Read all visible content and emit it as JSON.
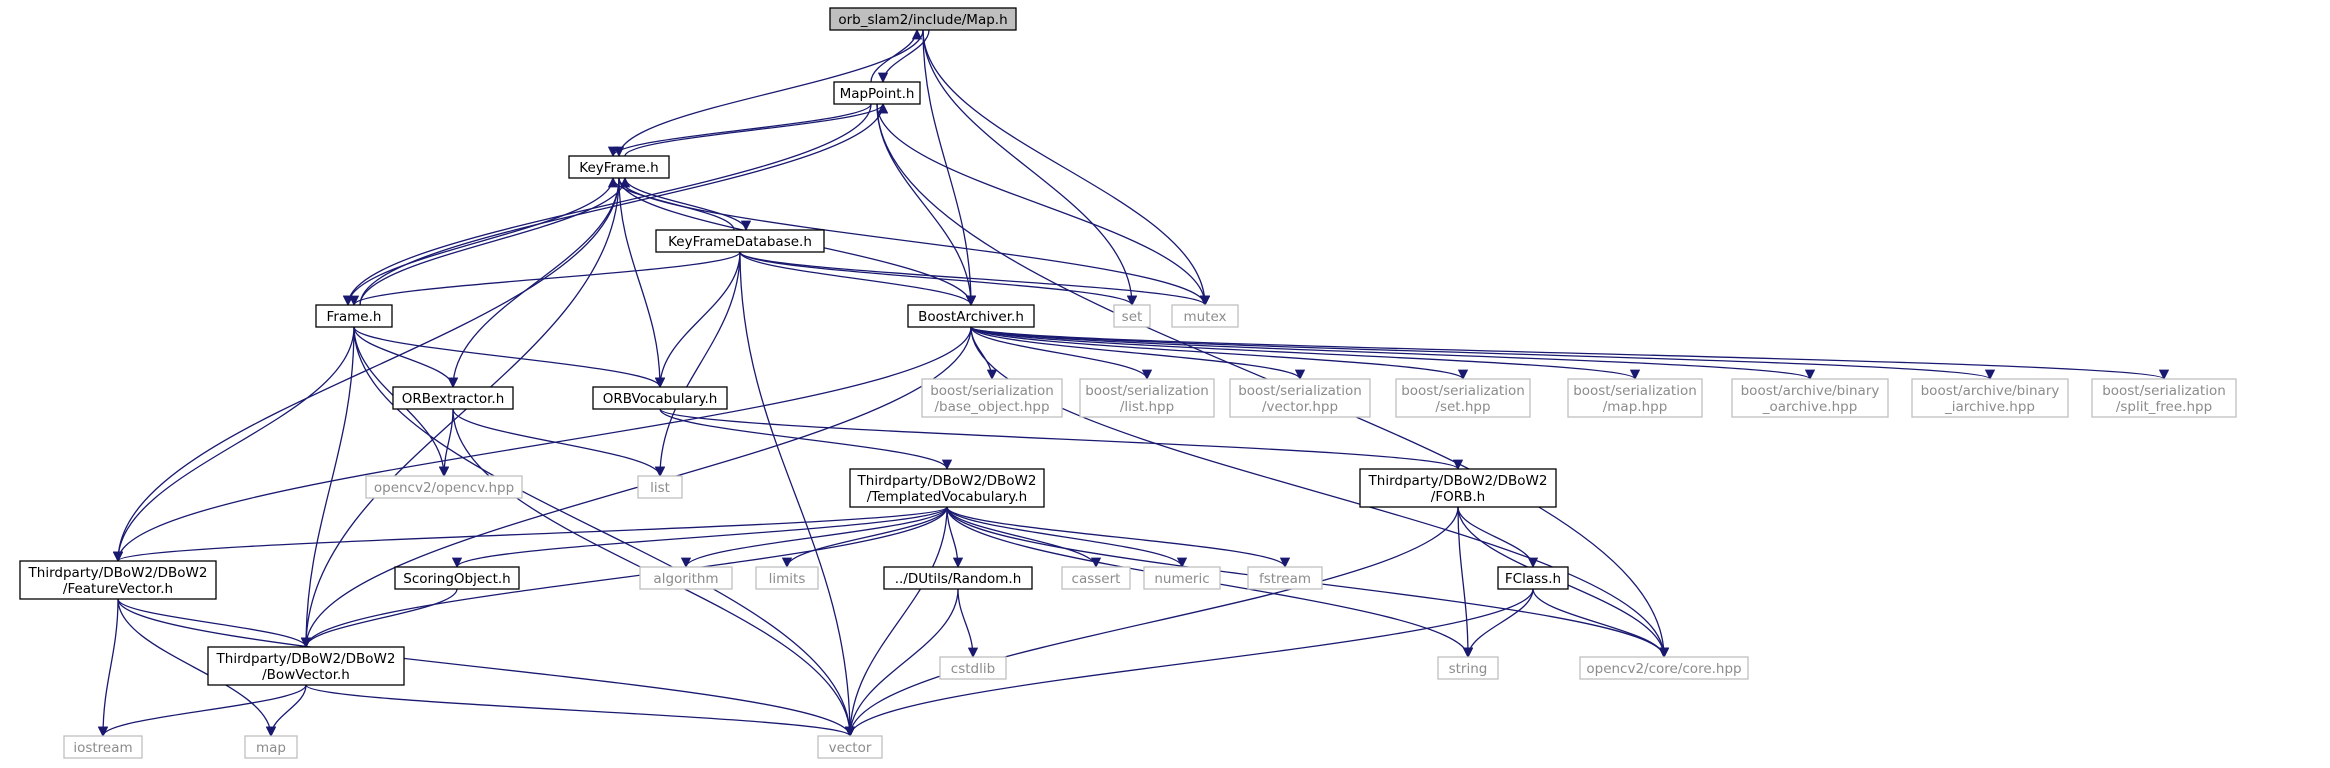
{
  "colors": {
    "edge": "#191970",
    "local_stroke": "#000000",
    "local_text": "#000000",
    "system_stroke": "#bfbfbf",
    "system_text": "#8c8c8c",
    "root_fill": "#bfbfbf"
  },
  "nodes": {
    "map_h": {
      "lines": [
        "orb_slam2/include/Map.h"
      ],
      "kind": "root"
    },
    "mappoint_h": {
      "lines": [
        "MapPoint.h"
      ],
      "kind": "local"
    },
    "keyframe_h": {
      "lines": [
        "KeyFrame.h"
      ],
      "kind": "local"
    },
    "keyframedatabase_h": {
      "lines": [
        "KeyFrameDatabase.h"
      ],
      "kind": "local"
    },
    "frame_h": {
      "lines": [
        "Frame.h"
      ],
      "kind": "local"
    },
    "boostarchiver_h": {
      "lines": [
        "BoostArchiver.h"
      ],
      "kind": "local"
    },
    "set": {
      "lines": [
        "set"
      ],
      "kind": "system"
    },
    "mutex": {
      "lines": [
        "mutex"
      ],
      "kind": "system"
    },
    "orbextractor_h": {
      "lines": [
        "ORBextractor.h"
      ],
      "kind": "local"
    },
    "orbvocabulary_h": {
      "lines": [
        "ORBVocabulary.h"
      ],
      "kind": "local"
    },
    "bs_base_object": {
      "lines": [
        "boost/serialization",
        "/base_object.hpp"
      ],
      "kind": "system"
    },
    "bs_list": {
      "lines": [
        "boost/serialization",
        "/list.hpp"
      ],
      "kind": "system"
    },
    "bs_vector": {
      "lines": [
        "boost/serialization",
        "/vector.hpp"
      ],
      "kind": "system"
    },
    "bs_set": {
      "lines": [
        "boost/serialization",
        "/set.hpp"
      ],
      "kind": "system"
    },
    "bs_map": {
      "lines": [
        "boost/serialization",
        "/map.hpp"
      ],
      "kind": "system"
    },
    "ba_oarchive": {
      "lines": [
        "boost/archive/binary",
        "_oarchive.hpp"
      ],
      "kind": "system"
    },
    "ba_iarchive": {
      "lines": [
        "boost/archive/binary",
        "_iarchive.hpp"
      ],
      "kind": "system"
    },
    "bs_split_free": {
      "lines": [
        "boost/serialization",
        "/split_free.hpp"
      ],
      "kind": "system"
    },
    "opencv_hpp": {
      "lines": [
        "opencv2/opencv.hpp"
      ],
      "kind": "system"
    },
    "list": {
      "lines": [
        "list"
      ],
      "kind": "system"
    },
    "templated_vocab": {
      "lines": [
        "Thirdparty/DBoW2/DBoW2",
        "/TemplatedVocabulary.h"
      ],
      "kind": "local"
    },
    "forb_h": {
      "lines": [
        "Thirdparty/DBoW2/DBoW2",
        "/FORB.h"
      ],
      "kind": "local"
    },
    "featurevector_h": {
      "lines": [
        "Thirdparty/DBoW2/DBoW2",
        "/FeatureVector.h"
      ],
      "kind": "local"
    },
    "scoringobject_h": {
      "lines": [
        "ScoringObject.h"
      ],
      "kind": "local"
    },
    "algorithm": {
      "lines": [
        "algorithm"
      ],
      "kind": "system"
    },
    "limits": {
      "lines": [
        "limits"
      ],
      "kind": "system"
    },
    "random_h": {
      "lines": [
        "../DUtils/Random.h"
      ],
      "kind": "local"
    },
    "cassert": {
      "lines": [
        "cassert"
      ],
      "kind": "system"
    },
    "numeric": {
      "lines": [
        "numeric"
      ],
      "kind": "system"
    },
    "fstream": {
      "lines": [
        "fstream"
      ],
      "kind": "system"
    },
    "fclass_h": {
      "lines": [
        "FClass.h"
      ],
      "kind": "local"
    },
    "bowvector_h": {
      "lines": [
        "Thirdparty/DBoW2/DBoW2",
        "/BowVector.h"
      ],
      "kind": "local"
    },
    "cstdlib": {
      "lines": [
        "cstdlib"
      ],
      "kind": "system"
    },
    "string": {
      "lines": [
        "string"
      ],
      "kind": "system"
    },
    "opencv_core": {
      "lines": [
        "opencv2/core/core.hpp"
      ],
      "kind": "system"
    },
    "iostream": {
      "lines": [
        "iostream"
      ],
      "kind": "system"
    },
    "map": {
      "lines": [
        "map"
      ],
      "kind": "system"
    },
    "vector": {
      "lines": [
        "vector"
      ],
      "kind": "system"
    }
  },
  "edges": [
    [
      "map_h",
      "mappoint_h"
    ],
    [
      "map_h",
      "keyframe_h"
    ],
    [
      "map_h",
      "boostarchiver_h"
    ],
    [
      "map_h",
      "set"
    ],
    [
      "map_h",
      "mutex"
    ],
    [
      "mappoint_h",
      "map_h"
    ],
    [
      "mappoint_h",
      "keyframe_h"
    ],
    [
      "mappoint_h",
      "frame_h"
    ],
    [
      "mappoint_h",
      "boostarchiver_h"
    ],
    [
      "mappoint_h",
      "mutex"
    ],
    [
      "mappoint_h",
      "opencv_core"
    ],
    [
      "keyframe_h",
      "mappoint_h"
    ],
    [
      "keyframe_h",
      "keyframedatabase_h"
    ],
    [
      "keyframe_h",
      "frame_h"
    ],
    [
      "keyframe_h",
      "boostarchiver_h"
    ],
    [
      "keyframe_h",
      "orbvocabulary_h"
    ],
    [
      "keyframe_h",
      "orbextractor_h"
    ],
    [
      "keyframe_h",
      "featurevector_h"
    ],
    [
      "keyframe_h",
      "bowvector_h"
    ],
    [
      "keyframe_h",
      "mutex"
    ],
    [
      "keyframedatabase_h",
      "keyframe_h"
    ],
    [
      "keyframedatabase_h",
      "frame_h"
    ],
    [
      "keyframedatabase_h",
      "boostarchiver_h"
    ],
    [
      "keyframedatabase_h",
      "orbvocabulary_h"
    ],
    [
      "keyframedatabase_h",
      "list"
    ],
    [
      "keyframedatabase_h",
      "set"
    ],
    [
      "keyframedatabase_h",
      "mutex"
    ],
    [
      "keyframedatabase_h",
      "vector"
    ],
    [
      "frame_h",
      "mappoint_h"
    ],
    [
      "frame_h",
      "keyframe_h"
    ],
    [
      "frame_h",
      "orbvocabulary_h"
    ],
    [
      "frame_h",
      "orbextractor_h"
    ],
    [
      "frame_h",
      "opencv_hpp"
    ],
    [
      "frame_h",
      "featurevector_h"
    ],
    [
      "frame_h",
      "bowvector_h"
    ],
    [
      "frame_h",
      "vector"
    ],
    [
      "boostarchiver_h",
      "bs_base_object"
    ],
    [
      "boostarchiver_h",
      "bs_list"
    ],
    [
      "boostarchiver_h",
      "bs_vector"
    ],
    [
      "boostarchiver_h",
      "bs_set"
    ],
    [
      "boostarchiver_h",
      "bs_map"
    ],
    [
      "boostarchiver_h",
      "ba_oarchive"
    ],
    [
      "boostarchiver_h",
      "ba_iarchive"
    ],
    [
      "boostarchiver_h",
      "bs_split_free"
    ],
    [
      "boostarchiver_h",
      "opencv_core"
    ],
    [
      "boostarchiver_h",
      "featurevector_h"
    ],
    [
      "boostarchiver_h",
      "bowvector_h"
    ],
    [
      "orbextractor_h",
      "opencv_hpp"
    ],
    [
      "orbextractor_h",
      "list"
    ],
    [
      "orbextractor_h",
      "vector"
    ],
    [
      "orbvocabulary_h",
      "templated_vocab"
    ],
    [
      "orbvocabulary_h",
      "forb_h"
    ],
    [
      "templated_vocab",
      "featurevector_h"
    ],
    [
      "templated_vocab",
      "bowvector_h"
    ],
    [
      "templated_vocab",
      "scoringobject_h"
    ],
    [
      "templated_vocab",
      "algorithm"
    ],
    [
      "templated_vocab",
      "limits"
    ],
    [
      "templated_vocab",
      "random_h"
    ],
    [
      "templated_vocab",
      "cassert"
    ],
    [
      "templated_vocab",
      "numeric"
    ],
    [
      "templated_vocab",
      "fstream"
    ],
    [
      "templated_vocab",
      "string"
    ],
    [
      "templated_vocab",
      "opencv_core"
    ],
    [
      "templated_vocab",
      "vector"
    ],
    [
      "forb_h",
      "fclass_h"
    ],
    [
      "forb_h",
      "string"
    ],
    [
      "forb_h",
      "opencv_core"
    ],
    [
      "forb_h",
      "vector"
    ],
    [
      "fclass_h",
      "string"
    ],
    [
      "fclass_h",
      "opencv_core"
    ],
    [
      "fclass_h",
      "vector"
    ],
    [
      "random_h",
      "cstdlib"
    ],
    [
      "random_h",
      "vector"
    ],
    [
      "scoringobject_h",
      "bowvector_h"
    ],
    [
      "featurevector_h",
      "bowvector_h"
    ],
    [
      "featurevector_h",
      "iostream"
    ],
    [
      "featurevector_h",
      "map"
    ],
    [
      "featurevector_h",
      "vector"
    ],
    [
      "bowvector_h",
      "iostream"
    ],
    [
      "bowvector_h",
      "map"
    ],
    [
      "bowvector_h",
      "vector"
    ]
  ]
}
